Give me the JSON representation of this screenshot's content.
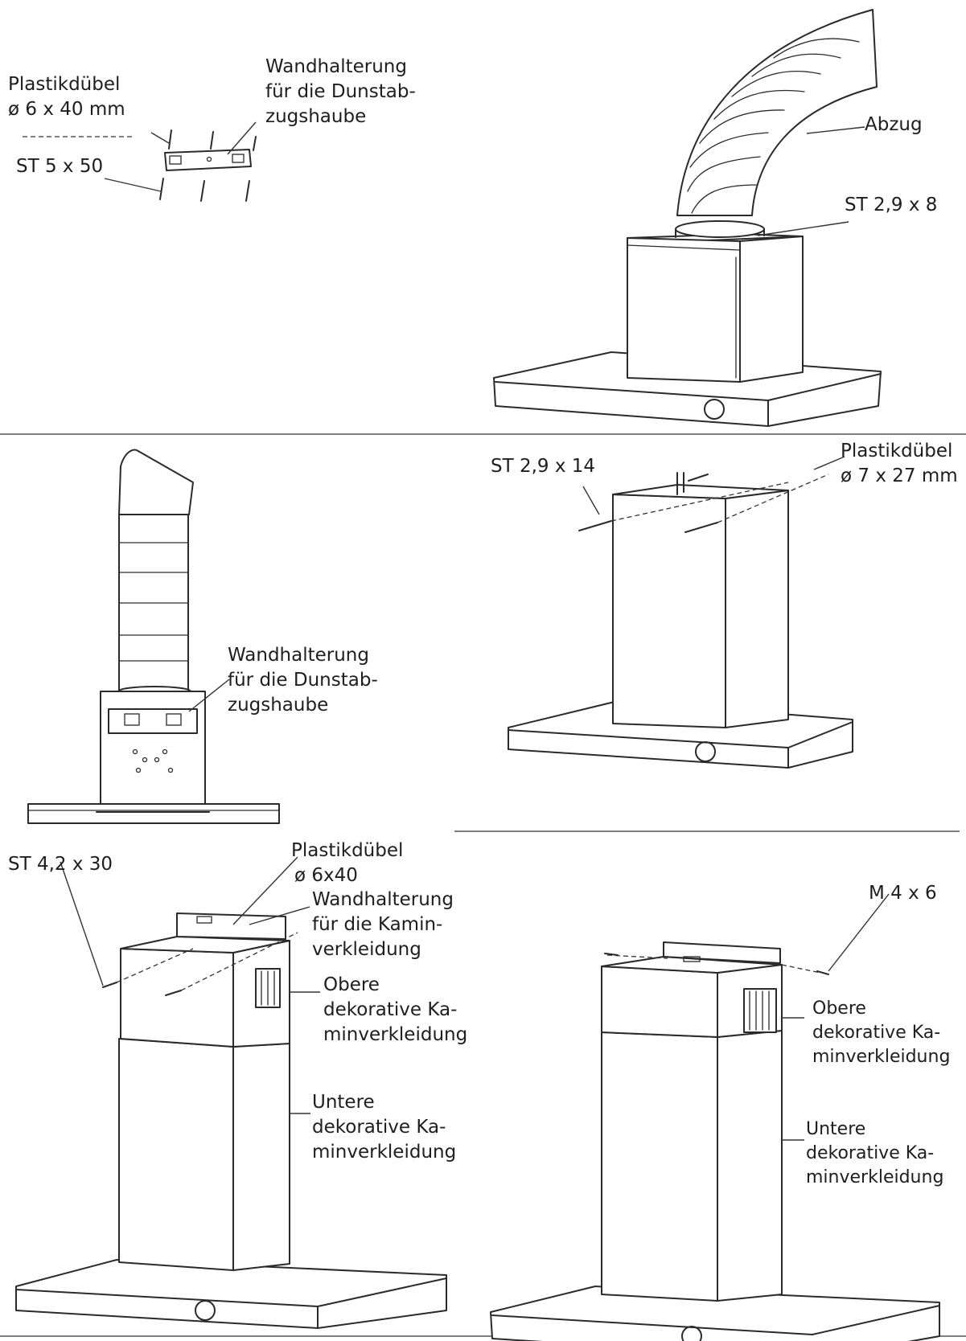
{
  "labels": {
    "p1_dowel": [
      "Plastikdübel",
      "ø 6 x 40 mm"
    ],
    "p1_bracket": [
      "Wandhalterung",
      "für die Dunstab-",
      "zugshaube"
    ],
    "p1_screw": [
      "ST 5 x 50"
    ],
    "p2_duct": [
      "Abzug"
    ],
    "p2_screw": [
      "ST 2,9 x 8"
    ],
    "p3_bracket": [
      "Wandhalterung",
      "für die Dunstab-",
      "zugshaube"
    ],
    "p4_screw": [
      "ST 2,9 x 14"
    ],
    "p4_dowel": [
      "Plastikdübel",
      "ø 7 x 27 mm"
    ],
    "p5_screw": [
      "ST 4,2 x 30"
    ],
    "p5_dowel": [
      "Plastikdübel",
      "ø 6x40"
    ],
    "p5_bracket": [
      "Wandhalterung",
      "für die Kamin-",
      "verkleidung"
    ],
    "p5_upper": [
      "Obere",
      "dekorative Ka-",
      "minverkleidung"
    ],
    "p5_lower": [
      "Untere",
      "dekorative Ka-",
      "minverkleidung"
    ],
    "p6_screw": [
      "M 4 x 6"
    ],
    "p6_upper": [
      "Obere",
      "dekorative Ka-",
      "minverkleidung"
    ],
    "p6_lower": [
      "Untere",
      "dekorative Ka-",
      "minverkleidung"
    ]
  }
}
